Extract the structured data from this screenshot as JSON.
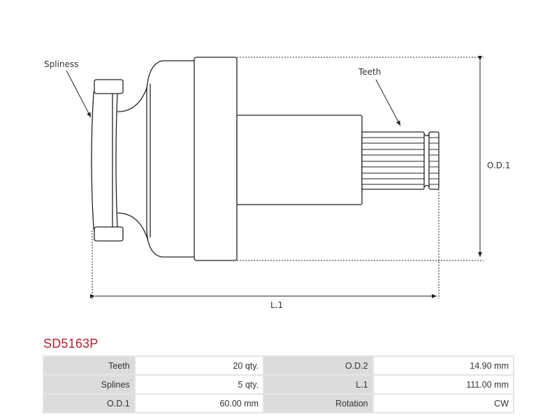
{
  "diagram": {
    "labels": {
      "spliness": "Spliness",
      "teeth": "Teeth",
      "od1": "O.D.1",
      "l1": "L.1"
    }
  },
  "part": {
    "title": "SD5163P"
  },
  "specs": [
    {
      "label": "Teeth",
      "value": "20 qty.",
      "label2": "O.D.2",
      "value2": "14.90 mm"
    },
    {
      "label": "Splines",
      "value": "5 qty.",
      "label2": "L.1",
      "value2": "111.00 mm"
    },
    {
      "label": "O.D.1",
      "value": "60.00 mm",
      "label2": "Rotation",
      "value2": "CW"
    }
  ],
  "colors": {
    "title": "#b5222f",
    "label_bg": "#dcdcdc"
  }
}
